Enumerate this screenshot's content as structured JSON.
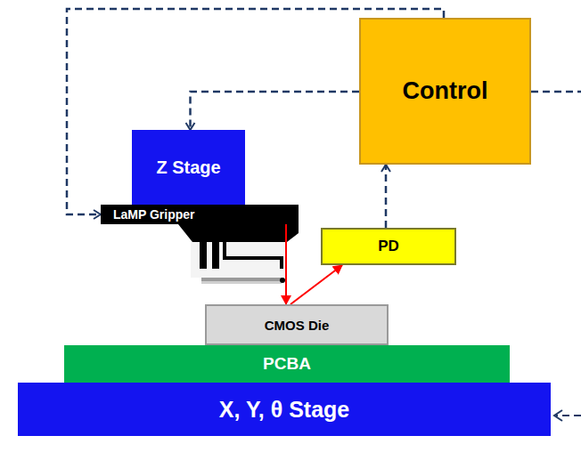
{
  "diagram": {
    "nodes": [
      {
        "text": [
          "Control"
        ]
      },
      {
        "text": [
          "Z Stage"
        ]
      },
      {
        "text": [
          "LaMP Gripper"
        ]
      },
      {
        "text": [
          "PD"
        ]
      },
      {
        "text": [
          "CMOS Die"
        ]
      },
      {
        "text": [
          "PCBA"
        ]
      },
      {
        "text": [
          "X, Y, θ Stage"
        ]
      }
    ],
    "edges": [
      {
        "from": 0,
        "to": 1,
        "arrow": "to"
      },
      {
        "from": 0,
        "to": 2,
        "arrow": "to"
      },
      {
        "from": 3,
        "to": 0,
        "arrow": "to"
      },
      {
        "from": 2,
        "to": 4,
        "arrow": "to"
      },
      {
        "from": 4,
        "to": 3,
        "arrow": "to"
      }
    ]
  }
}
